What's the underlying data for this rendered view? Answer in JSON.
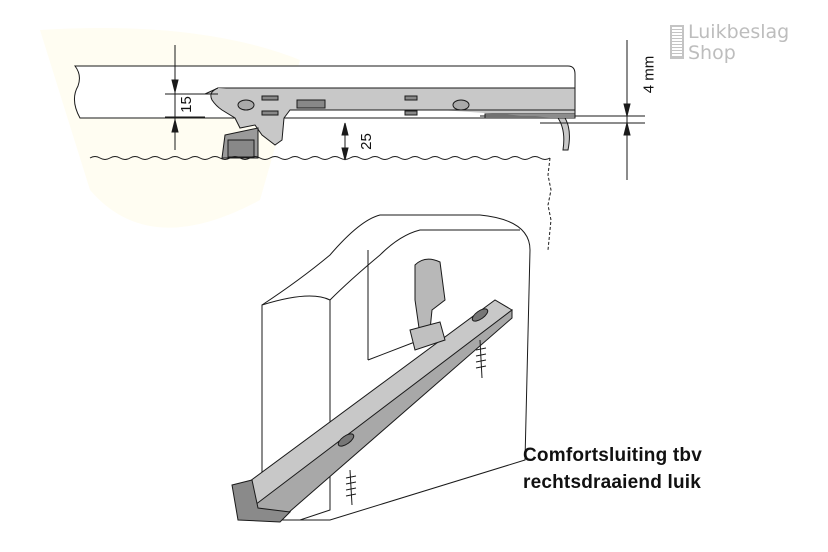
{
  "logo": {
    "line1": "Luikbeslag",
    "line2": "Shop"
  },
  "dimensions": {
    "d15": "15",
    "d25": "25",
    "d4mm": "4 mm"
  },
  "caption": {
    "line1": "Comfortsluiting tbv",
    "line2": "rechtsdraaiend luik"
  },
  "colors": {
    "rail": "#c8c8c8",
    "dark_part": "#8a8a8a",
    "line": "#1a1a1a"
  }
}
